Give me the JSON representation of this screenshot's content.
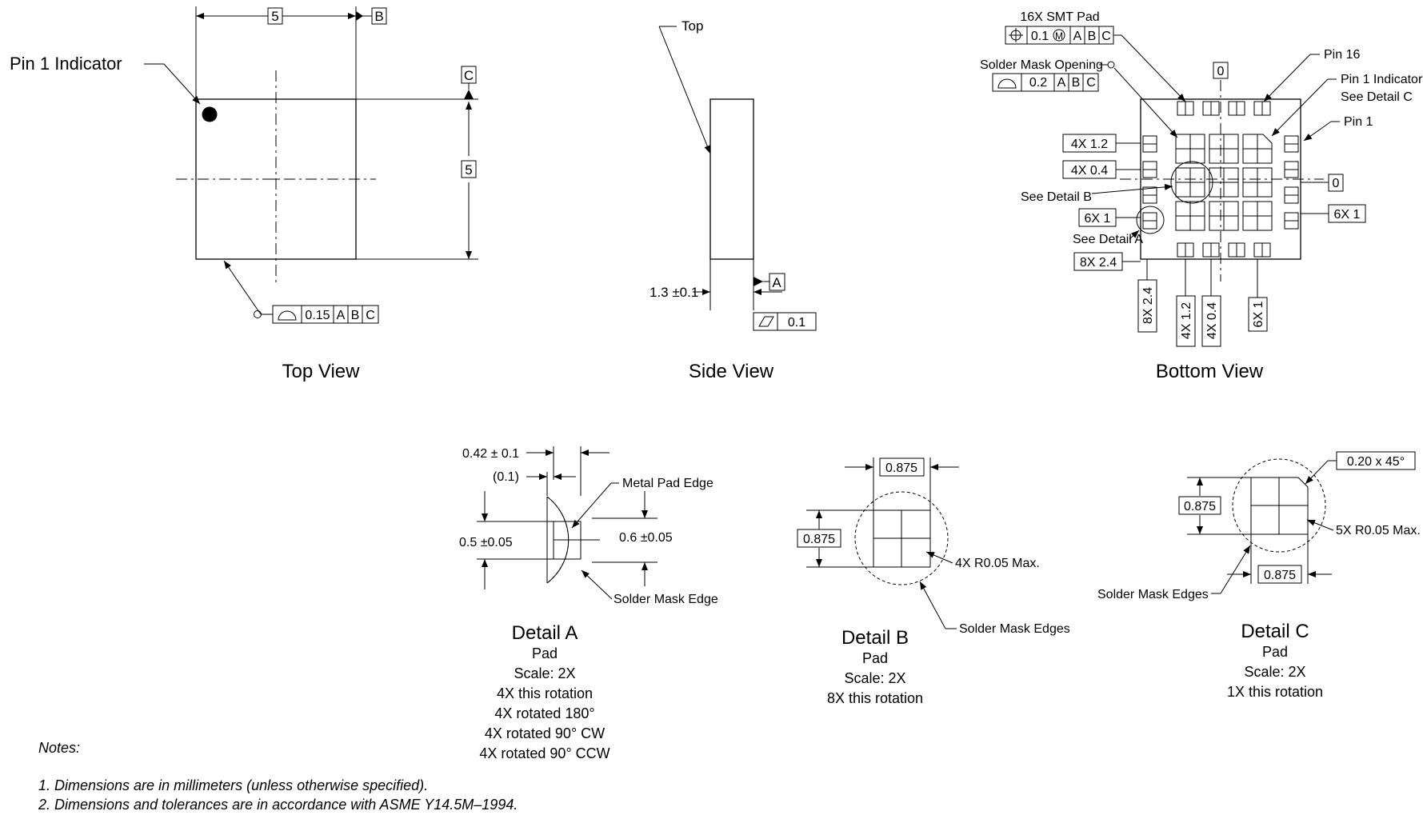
{
  "top_view": {
    "caption": "Top View",
    "pin1_indicator": "Pin 1 Indicator",
    "width_dim": "5",
    "height_dim": "5",
    "datum_b": "B",
    "datum_c": "C",
    "profile_tol": "0.15",
    "fcf_a": "A",
    "fcf_b": "B",
    "fcf_c": "C"
  },
  "side_view": {
    "caption": "Side View",
    "top_label": "Top",
    "thickness": "1.3 ±0.1",
    "datum_a": "A",
    "flatness_tol": "0.1"
  },
  "bottom_view": {
    "caption": "Bottom View",
    "smt_pad": "16X SMT Pad",
    "pos_tol": "0.1",
    "mmc": "M",
    "fcf_a": "A",
    "fcf_b": "B",
    "fcf_c": "C",
    "solder_mask_opening": "Solder Mask Opening",
    "mask_tol": "0.2",
    "pin16": "Pin 16",
    "pin1_indicator": "Pin 1 Indicator",
    "see_detail_c": "See Detail C",
    "pin1": "Pin 1",
    "dim_4x12": "4X 1.2",
    "dim_4x04": "4X 0.4",
    "see_detail_b": "See Detail B",
    "dim_6x1_left": "6X 1",
    "see_detail_a": "See Detail A",
    "dim_8x24": "8X 2.4",
    "zero_top": "0",
    "zero_right": "0",
    "dim_6x1_right": "6X 1",
    "v_8x24": "8X 2.4",
    "v_4x12": "4X 1.2",
    "v_4x04": "4X 0.4",
    "v_6x1": "6X 1"
  },
  "detail_a": {
    "title": "Detail A",
    "lines": [
      "Pad",
      "Scale: 2X",
      "4X this rotation",
      "4X rotated 180°",
      "4X rotated 90° CW",
      "4X rotated 90° CCW"
    ],
    "width": "0.42 ± 0.1",
    "offset": "(0.1)",
    "metal_pad_edge": "Metal Pad Edge",
    "pad_height": "0.5 ±0.05",
    "mask_height": "0.6 ±0.05",
    "solder_mask_edge": "Solder Mask Edge"
  },
  "detail_b": {
    "title": "Detail B",
    "lines": [
      "Pad",
      "Scale: 2X",
      "8X this rotation"
    ],
    "width": "0.875",
    "height": "0.875",
    "radius": "4X R0.05 Max.",
    "solder_mask_edges": "Solder Mask Edges"
  },
  "detail_c": {
    "title": "Detail C",
    "lines": [
      "Pad",
      "Scale: 2X",
      "1X this rotation"
    ],
    "chamfer": "0.20 x 45°",
    "height": "0.875",
    "width": "0.875",
    "radius": "5X R0.05 Max.",
    "solder_mask_edges": "Solder Mask Edges"
  },
  "notes": {
    "heading": "Notes:",
    "items": [
      "1.  Dimensions are in millimeters (unless otherwise specified).",
      "2.  Dimensions and tolerances are in accordance with ASME Y14.5M–1994."
    ]
  }
}
